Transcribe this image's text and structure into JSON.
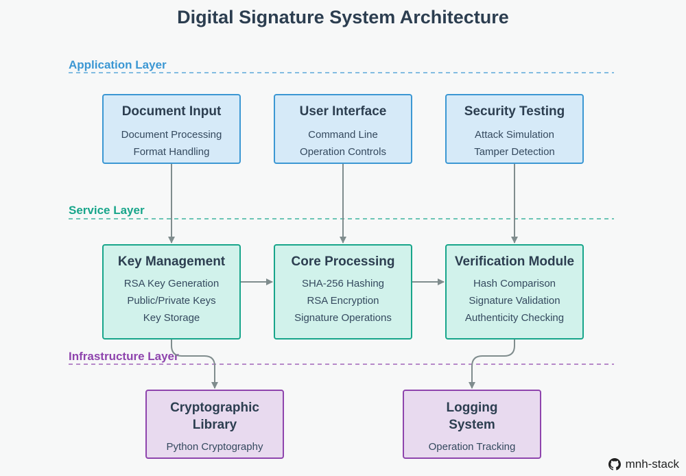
{
  "title": "Digital Signature System Architecture",
  "colors": {
    "application": "#3b97d3",
    "service": "#17a58a",
    "infrastructure": "#8e44ad",
    "edge": "#7f8c8d"
  },
  "layers": {
    "application": "Application Layer",
    "service": "Service Layer",
    "infrastructure": "Infrastructure Layer"
  },
  "nodes": {
    "document_input": {
      "name": "Document Input",
      "lines": [
        "Document Processing",
        "Format Handling"
      ]
    },
    "user_interface": {
      "name": "User Interface",
      "lines": [
        "Command Line",
        "Operation Controls"
      ]
    },
    "security_testing": {
      "name": "Security Testing",
      "lines": [
        "Attack Simulation",
        "Tamper Detection"
      ]
    },
    "key_management": {
      "name": "Key Management",
      "lines": [
        "RSA Key Generation",
        "Public/Private Keys",
        "Key Storage"
      ]
    },
    "core_processing": {
      "name": "Core Processing",
      "lines": [
        "SHA-256 Hashing",
        "RSA Encryption",
        "Signature Operations"
      ]
    },
    "verification_module": {
      "name": "Verification Module",
      "lines": [
        "Hash Comparison",
        "Signature Validation",
        "Authenticity Checking"
      ]
    },
    "cryptographic_library": {
      "name_line1": "Cryptographic",
      "name_line2": "Library",
      "lines": [
        "Python Cryptography"
      ]
    },
    "logging_system": {
      "name_line1": "Logging",
      "name_line2": "System",
      "lines": [
        "Operation Tracking"
      ]
    }
  },
  "edges": [
    {
      "from": "Document Input",
      "to": "Key Management"
    },
    {
      "from": "User Interface",
      "to": "Core Processing"
    },
    {
      "from": "Security Testing",
      "to": "Verification Module"
    },
    {
      "from": "Key Management",
      "to": "Core Processing"
    },
    {
      "from": "Core Processing",
      "to": "Verification Module"
    },
    {
      "from": "Key Management",
      "to": "Cryptographic Library"
    },
    {
      "from": "Verification Module",
      "to": "Logging System"
    }
  ],
  "footer": {
    "icon": "github-icon",
    "text": "mnh-stack"
  }
}
